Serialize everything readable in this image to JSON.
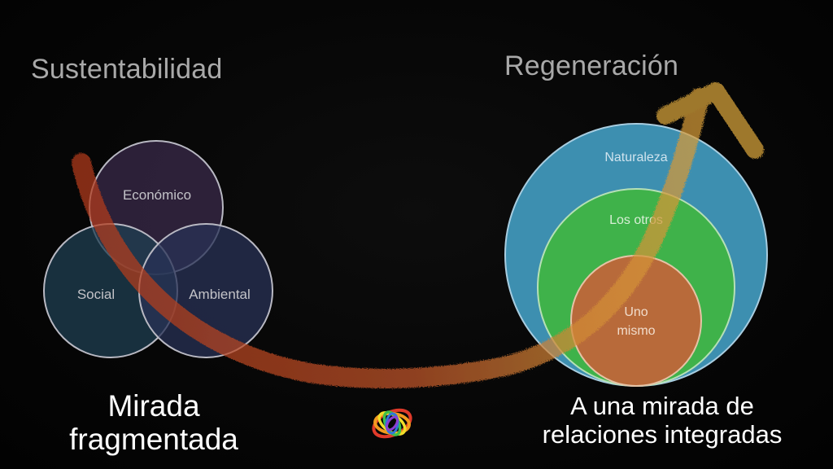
{
  "left_title": "Sustentabilidad",
  "right_title": "Regeneración",
  "venn": {
    "top": "Económico",
    "left": "Social",
    "right": "Ambiental"
  },
  "nested": {
    "outer": "Naturaleza",
    "middle": "Los otros",
    "inner_line1": "Uno",
    "inner_line2": "mismo"
  },
  "left_caption": {
    "line1": "Mirada",
    "line2": "fragmentada"
  },
  "right_caption": {
    "line1": "A una mirada de",
    "line2": "relaciones integradas"
  },
  "colors": {
    "economico": "#3a2a4a",
    "social": "#1f3f52",
    "ambiental": "#283256",
    "naturaleza": "#3d8fb0",
    "los_otros": "#3fb24a",
    "uno_mismo": "#b86a3a",
    "arrow_start": "#b33a1a",
    "arrow_end": "#d9a43a"
  },
  "icons": {
    "logo": "rainbow-swirl-logo-icon"
  }
}
